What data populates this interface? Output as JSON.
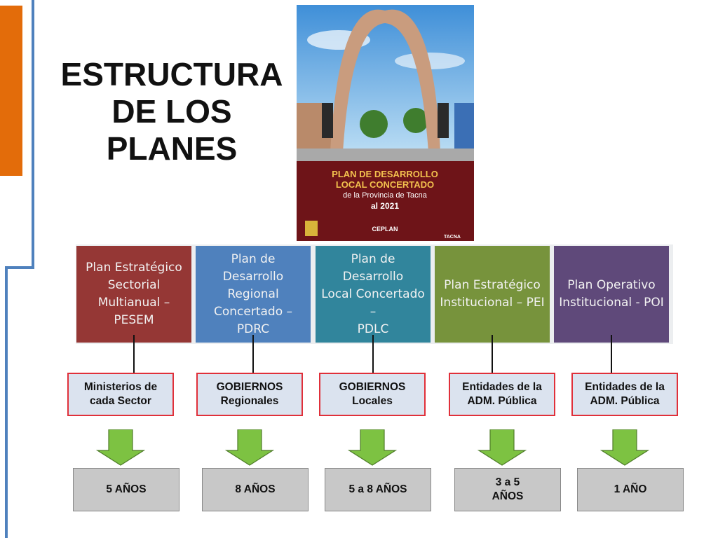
{
  "title": {
    "line1": "ESTRUCTURA",
    "line2": "DE LOS",
    "line3": "PLANES"
  },
  "cover": {
    "heading1": "PLAN DE DESARROLLO",
    "heading2": "LOCAL CONCERTADO",
    "subheading": "de la Provincia de Tacna",
    "year": "al 2021",
    "logo_center": "CEPLAN",
    "logo_right": "TACNA"
  },
  "colors": {
    "accent_orange": "#e36c0a",
    "side_line_blue": "#4f81bd",
    "plan1": "#953735",
    "plan2": "#4f81bd",
    "plan3": "#31859c",
    "plan4": "#77933c",
    "plan5": "#5f497a",
    "entity_border": "#e0303a",
    "entity_fill": "#dbe3ef",
    "arrow_green": "#7dc242",
    "years_fill": "#c8c8c8"
  },
  "columns": [
    {
      "plan": "Plan Estratégico Sectorial Multianual – PESEM",
      "plan_lines": [
        "Plan Estratégico",
        "Sectorial",
        "Multianual –",
        "PESEM"
      ],
      "entity_lines": [
        "Ministerios de",
        "cada Sector"
      ],
      "years_lines": [
        "5 AÑOS"
      ]
    },
    {
      "plan": "Plan de Desarrollo Regional Concertado – PDRC",
      "plan_lines": [
        "Plan de Desarrollo",
        "Regional",
        "Concertado – PDRC"
      ],
      "entity_lines": [
        "GOBIERNOS",
        "Regionales"
      ],
      "years_lines": [
        "8 AÑOS"
      ]
    },
    {
      "plan": "Plan de Desarrollo Local Concertado – PDLC",
      "plan_lines": [
        "Plan de Desarrollo",
        "Local Concertado –",
        "PDLC"
      ],
      "entity_lines": [
        "GOBIERNOS",
        "Locales"
      ],
      "years_lines": [
        "5 a 8 AÑOS"
      ]
    },
    {
      "plan": "Plan Estratégico Institucional – PEI",
      "plan_lines": [
        "Plan Estratégico",
        "Institucional – PEI"
      ],
      "entity_lines": [
        "Entidades de la",
        "ADM. Pública"
      ],
      "years_lines": [
        "3 a 5",
        "AÑOS"
      ]
    },
    {
      "plan": "Plan Operativo Institucional - POI",
      "plan_lines": [
        "Plan Operativo",
        "Institucional - POI"
      ],
      "entity_lines": [
        "Entidades de la",
        "ADM. Pública"
      ],
      "years_lines": [
        "1 AÑO"
      ]
    }
  ]
}
